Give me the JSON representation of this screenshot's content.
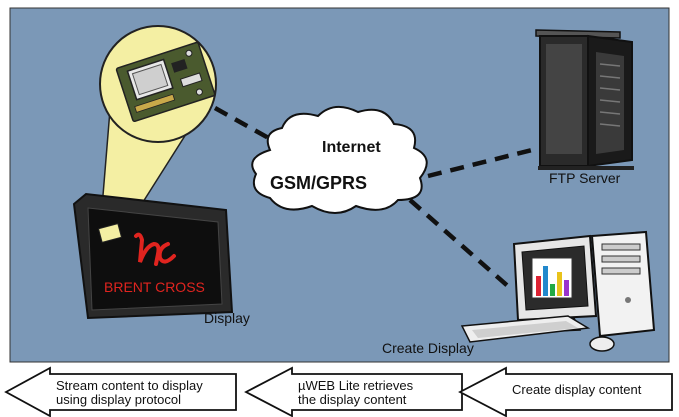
{
  "colors": {
    "panel": "#7b98b7",
    "sign_red": "#e0241f",
    "zoom_beam": "#f4efa3"
  },
  "cloud": {
    "line1": "Internet",
    "line2": "GSM/GPRS"
  },
  "labels": {
    "ftp_server": "FTP Server",
    "display": "Display",
    "create_display": "Create Display"
  },
  "sign": {
    "brand": "BRENT CROSS"
  },
  "flow": [
    {
      "line1": "Stream content to display",
      "line2": "using display protocol"
    },
    {
      "line1": "µWEB Lite retrieves",
      "line2": "the display content"
    },
    {
      "line1": "Create display content",
      "line2": ""
    }
  ]
}
